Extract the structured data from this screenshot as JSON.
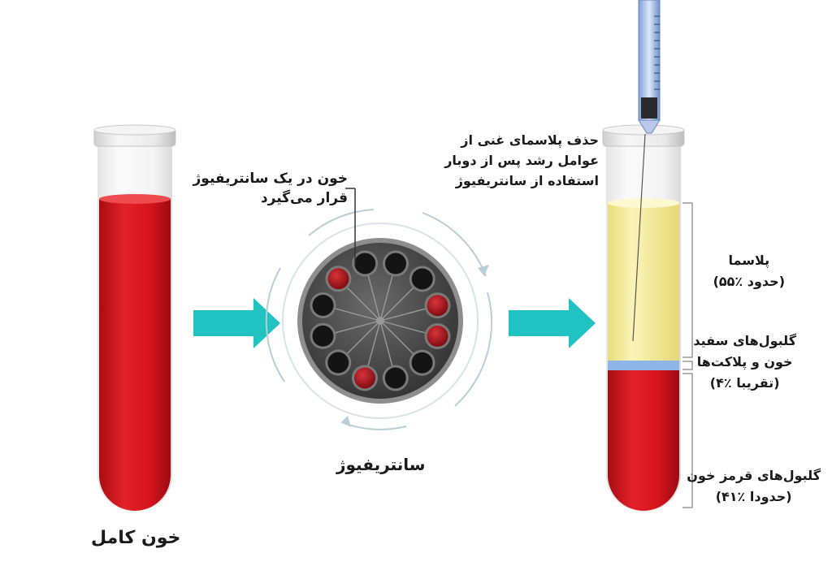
{
  "labels": {
    "whole_blood": "خون کامل",
    "centrifuge": "سانتریفیوژ",
    "blood_in_centrifuge": [
      "خون در یک سانتریفیوژ",
      "قرار می‌گیرد"
    ],
    "remove_plasma": [
      "حذف پلاسمای غنی از",
      "عوامل رشد پس از دوبار",
      "استفاده از سانتریفیوژ"
    ],
    "plasma": [
      "پلاسما",
      "(حدود ٪۵۵)"
    ],
    "buffy_coat": [
      "گلبول‌های سفید",
      "خون و پلاکت‌ها",
      "(تقریبا ٪۴)"
    ],
    "red_cells": [
      "گلبول‌های قرمز خون",
      "(حدودا ٪۴۱)"
    ]
  },
  "colors": {
    "blood": "#d7141e",
    "plasma": "#f6eea0",
    "buffy": "#8fb4e6",
    "arrow": "#20c2c2",
    "rotor": "#4a4a4a"
  },
  "icons": [
    "test-tube-icon",
    "centrifuge-rotor-icon",
    "syringe-icon",
    "arrow-right-icon"
  ]
}
